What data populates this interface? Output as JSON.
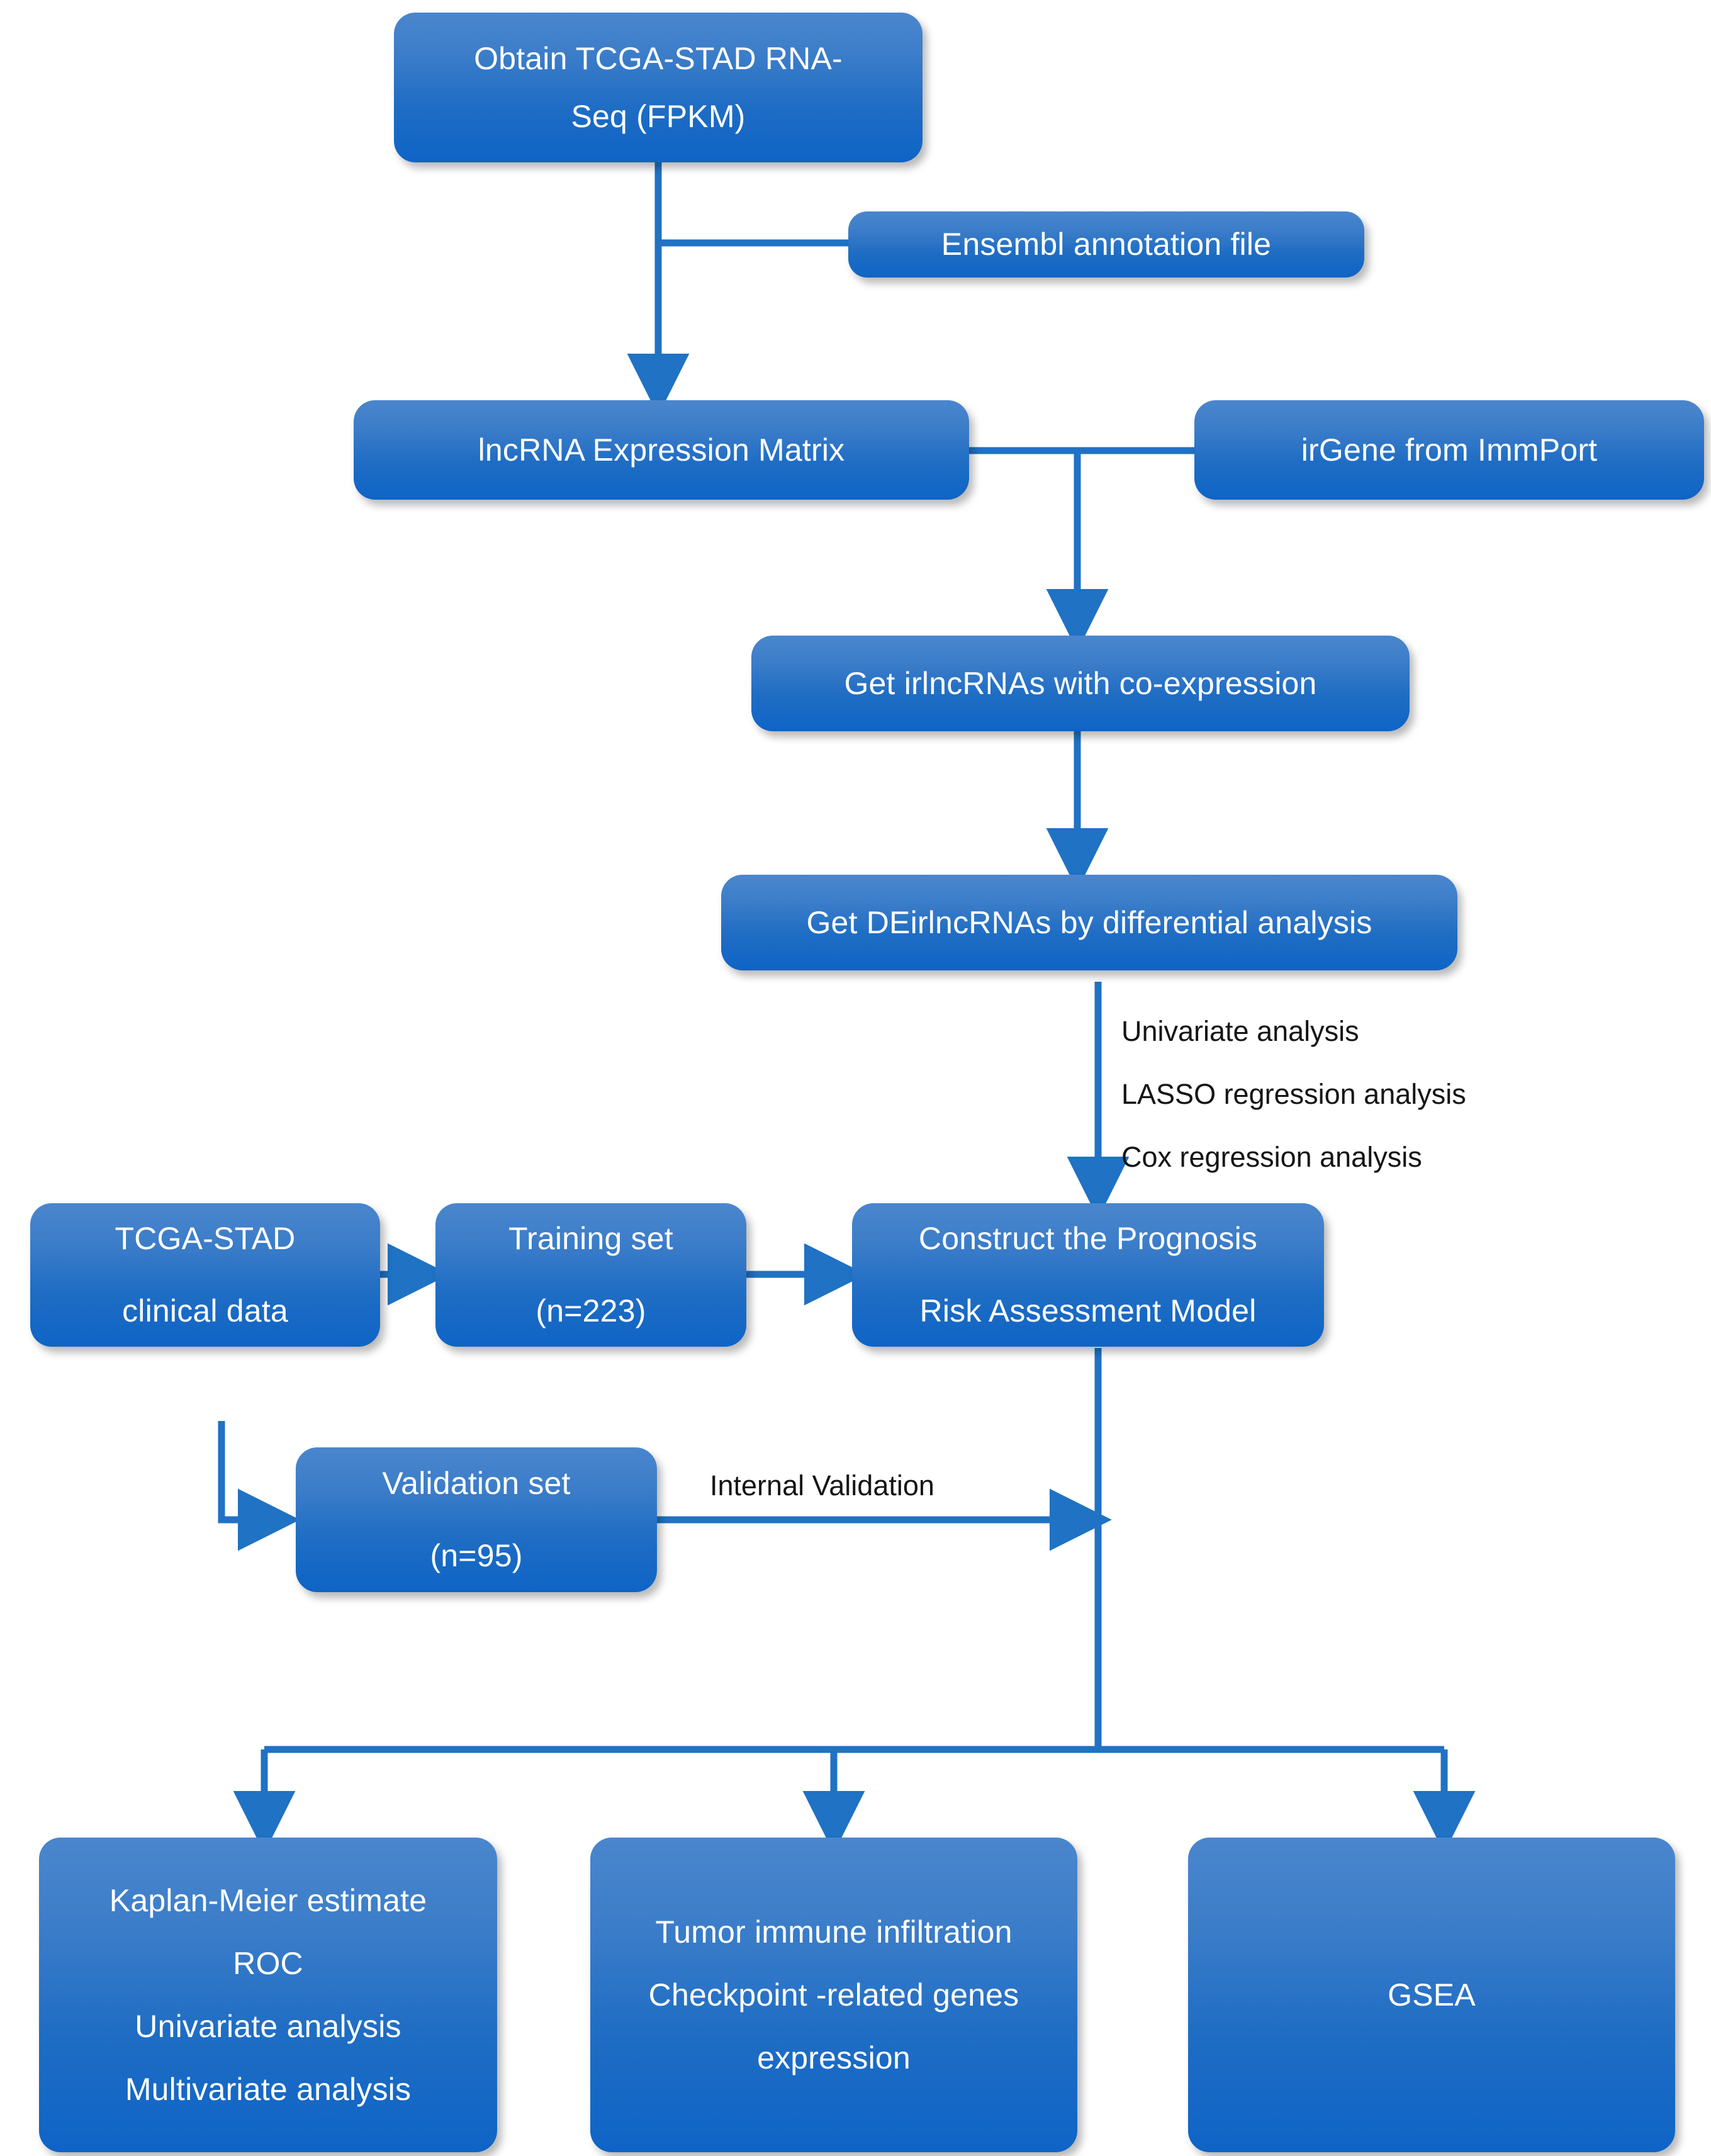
{
  "diagram": {
    "title": "irlncRNA prognostic model analysis workflow",
    "accent_color": "#1f72c4",
    "node_fill_top": "#4a86cd",
    "node_fill_bottom": "#0e64c6",
    "node_text_color": "#ffffff",
    "label_text_color": "#151515",
    "background": "#ffffff"
  },
  "nodes": [
    {
      "id": "obtain-rnaseq",
      "lines": [
        "Obtain TCGA-STAD RNA-",
        "Seq (FPKM)"
      ]
    },
    {
      "id": "ensembl-annotation",
      "lines": [
        "Ensembl annotation file"
      ]
    },
    {
      "id": "lncrna-matrix",
      "lines": [
        "lncRNA Expression Matrix"
      ]
    },
    {
      "id": "irgene-immport",
      "lines": [
        "irGene from ImmPort"
      ]
    },
    {
      "id": "get-irlncrnas",
      "lines": [
        "Get irlncRNAs with co-expression"
      ]
    },
    {
      "id": "get-deirlncrnas",
      "lines": [
        "Get DEirlncRNAs by differential analysis"
      ]
    },
    {
      "id": "clinical-data",
      "lines": [
        "TCGA-STAD",
        "clinical data"
      ]
    },
    {
      "id": "training-set",
      "lines": [
        "Training set",
        "(n=223)"
      ]
    },
    {
      "id": "construct-model",
      "lines": [
        "Construct the Prognosis",
        "Risk Assessment Model"
      ]
    },
    {
      "id": "validation-set",
      "lines": [
        "Validation set",
        "(n=95)"
      ]
    },
    {
      "id": "survival-analyses",
      "lines": [
        "Kaplan-Meier estimate",
        "ROC",
        "Univariate analysis",
        "Multivariate analysis"
      ]
    },
    {
      "id": "immune-analyses",
      "lines": [
        "Tumor immune infiltration",
        "Checkpoint -related genes",
        "expression"
      ]
    },
    {
      "id": "gsea",
      "lines": [
        "GSEA"
      ]
    }
  ],
  "edge_labels": [
    {
      "id": "univariate-analysis",
      "text": "Univariate analysis"
    },
    {
      "id": "lasso-regression-analysis",
      "text": "LASSO regression analysis"
    },
    {
      "id": "cox-regression-analysis",
      "text": "Cox regression analysis"
    },
    {
      "id": "internal-validation",
      "text": "Internal Validation"
    }
  ]
}
